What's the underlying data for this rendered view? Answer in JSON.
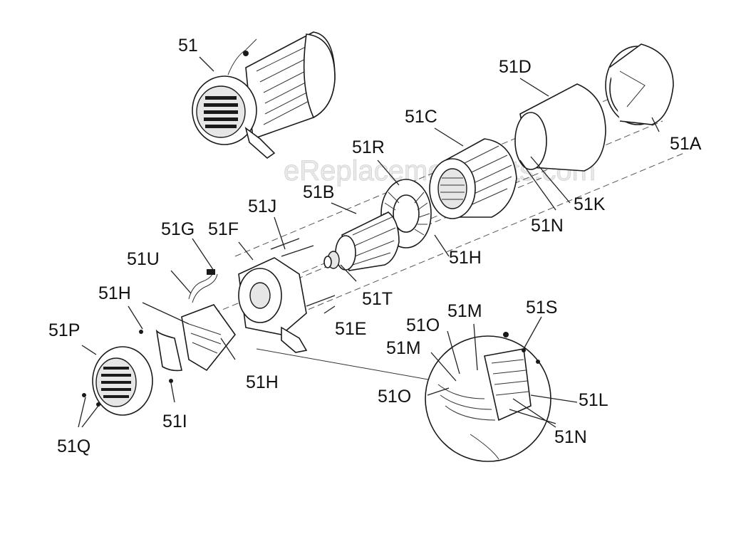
{
  "watermark": "eReplacementParts.com",
  "labels": {
    "l51": "51",
    "l51A": "51A",
    "l51B": "51B",
    "l51C": "51C",
    "l51D": "51D",
    "l51E": "51E",
    "l51F": "51F",
    "l51G": "51G",
    "l51H_top": "51H",
    "l51H_left": "51H",
    "l51H_bottom": "51H",
    "l51I": "51I",
    "l51J": "51J",
    "l51K": "51K",
    "l51L": "51L",
    "l51M_a": "51M",
    "l51M_b": "51M",
    "l51N_top": "51N",
    "l51N_bottom": "51N",
    "l51O_a": "51O",
    "l51O_b": "51O",
    "l51P": "51P",
    "l51Q": "51Q",
    "l51R": "51R",
    "l51S": "51S",
    "l51T": "51T",
    "l51U": "51U"
  }
}
